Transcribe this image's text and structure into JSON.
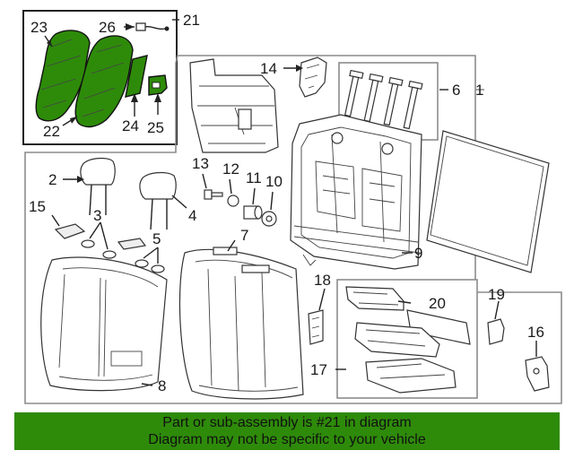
{
  "callouts": [
    "1",
    "2",
    "3",
    "4",
    "5",
    "6",
    "7",
    "8",
    "9",
    "10",
    "11",
    "12",
    "13",
    "14",
    "15",
    "16",
    "17",
    "18",
    "19",
    "20",
    "21",
    "22",
    "23",
    "24",
    "25",
    "26"
  ],
  "highlight_color": "#2e8b0a",
  "banner": {
    "line1": "Part or sub-assembly is #21 in diagram",
    "line2": "Diagram may not be specific to your vehicle"
  }
}
